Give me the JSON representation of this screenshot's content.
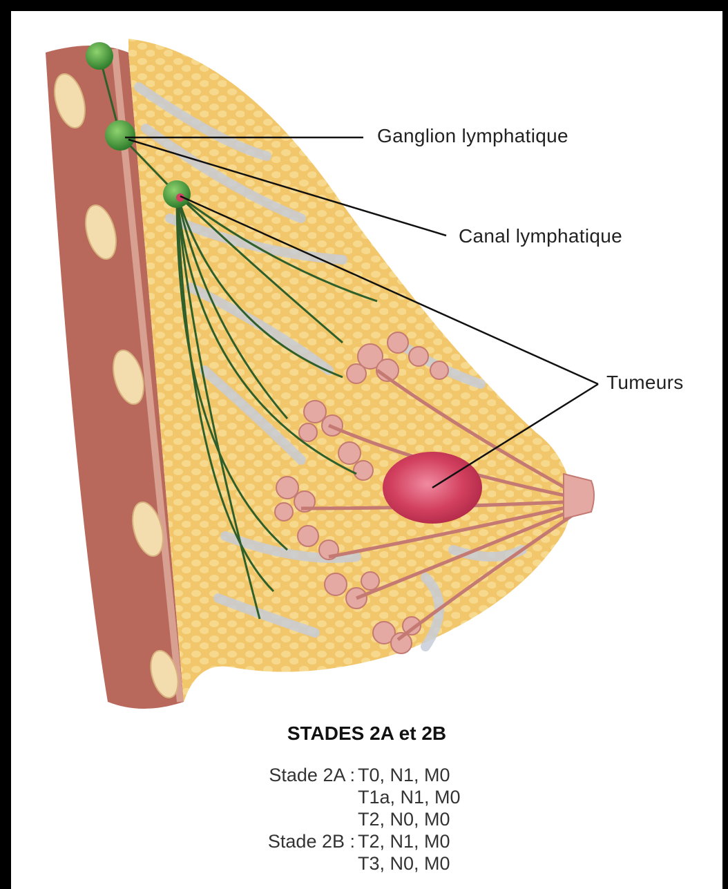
{
  "labels": {
    "ganglion": "Ganglion lymphatique",
    "canal": "Canal lymphatique",
    "tumeurs": "Tumeurs"
  },
  "title": "STADES 2A et 2B",
  "stages": [
    {
      "name": "Stade 2A :",
      "code": "T0, N1, M0"
    },
    {
      "name": "",
      "code": "T1a, N1, M0"
    },
    {
      "name": "",
      "code": "T2, N0, M0"
    },
    {
      "name": "Stade 2B :",
      "code": "T2, N1, M0"
    },
    {
      "name": "",
      "code": "T3, N0, M0"
    }
  ],
  "colors": {
    "frame": "#000000",
    "fat": "#f2c66a",
    "muscle": "#b8685a",
    "lymph": "#3f9a3a",
    "tumor": "#d04060",
    "gland": "#e0a8a0"
  }
}
